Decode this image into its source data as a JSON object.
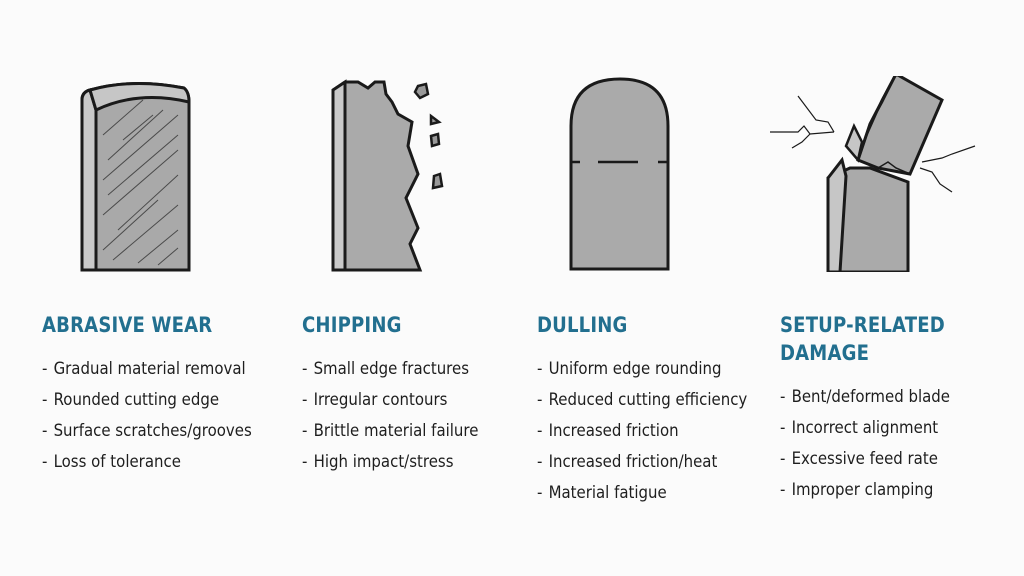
{
  "sections": [
    {
      "title": "ABRASIVE WEAR",
      "icon": "abrasive-wear-blade-icon",
      "items": [
        "Gradual material removal",
        "Rounded cutting edge",
        "Surface scratches/grooves",
        "Loss of tolerance"
      ]
    },
    {
      "title": "CHIPPING",
      "icon": "chipping-blade-icon",
      "items": [
        "Small edge fractures",
        "Irregular contours",
        "Brittle material failure",
        "High impact/stress"
      ]
    },
    {
      "title": "DULLING",
      "icon": "dulling-blade-icon",
      "items": [
        "Uniform edge rounding",
        "Reduced cutting efficiency",
        "Increased friction",
        "Increased friction/heat",
        "Material fatigue"
      ]
    },
    {
      "title_line1": "SETUP-RELATED",
      "title_line2": "DAMAGE",
      "icon": "setup-damage-blade-icon",
      "items": [
        "Bent/deformed blade",
        "Incorrect alignment",
        "Excessive feed rate",
        "Improper clamping"
      ]
    }
  ],
  "colors": {
    "heading": "#226f8f",
    "fill": "#a9a9a9",
    "stroke": "#1a1a1a",
    "background": "#fbfbfb"
  },
  "bullet": "-"
}
